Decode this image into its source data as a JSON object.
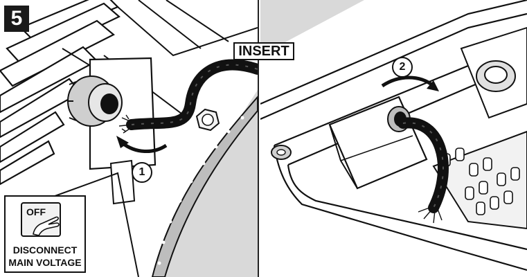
{
  "step": {
    "number": "5"
  },
  "insert_label": "INSERT",
  "markers": {
    "first": "1",
    "second": "2"
  },
  "switch": {
    "state": "OFF",
    "caption_line1": "DISCONNECT",
    "caption_line2": "MAIN VOLTAGE"
  },
  "colors": {
    "ink": "#111111",
    "panel_bg": "#ffffff",
    "shade": "#d9d9d9",
    "cable": "#111111"
  }
}
